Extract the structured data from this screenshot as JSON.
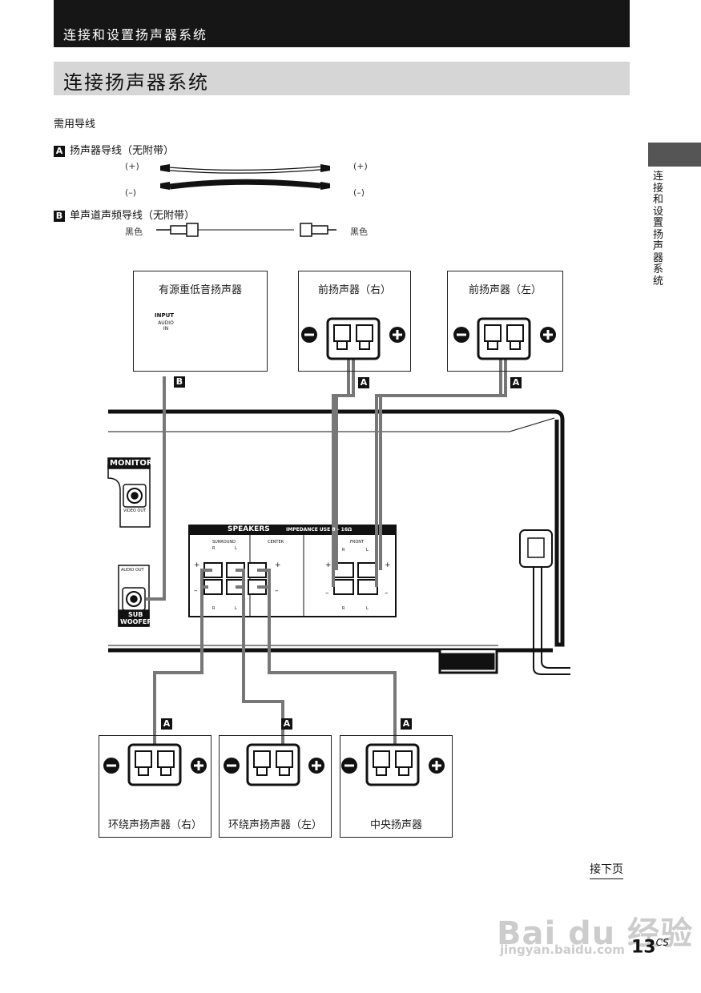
{
  "header": {
    "section": "连接和设置扬声器系统",
    "title": "连接扬声器系统"
  },
  "side_tab": "连接和设置扬声器系统",
  "required": {
    "heading": "需用导线",
    "cable_a": {
      "badge": "A",
      "label": "扬声器导线（无附带）",
      "plus": "(+)",
      "minus": "(–)"
    },
    "cable_b": {
      "badge": "B",
      "label": "单声道声频导线（无附带）",
      "color_left": "黑色",
      "color_right": "黑色"
    }
  },
  "speakers": {
    "subwoofer": "有源重低音扬声器",
    "front_right": "前扬声器（右）",
    "front_left": "前扬声器（左）",
    "surround_right": "环绕声扬声器（右）",
    "surround_left": "环绕声扬声器（左）",
    "center": "中央扬声器"
  },
  "subwoofer_input": {
    "title": "INPUT",
    "sub": "AUDIO IN"
  },
  "receiver": {
    "monitor": "MONITOR",
    "video_out": "VIDEO OUT",
    "audio_out": "AUDIO OUT",
    "sub_woofer_1": "SUB",
    "sub_woofer_2": "WOOFER",
    "speakers_title": "SPEAKERS",
    "impedance": "IMPEDANCE USE 8 – 16Ω",
    "surround": "SURROUND",
    "center": "CENTER",
    "front": "FRONT",
    "r": "R",
    "l": "L",
    "plus": "+",
    "minus": "–"
  },
  "wire_badges": {
    "a": "A",
    "b": "B"
  },
  "footer": {
    "next": "接下页",
    "page": "13",
    "page_suffix": "CS"
  },
  "watermark": {
    "brand": "Bai du 经验",
    "url": "jingyan.baidu.com"
  }
}
